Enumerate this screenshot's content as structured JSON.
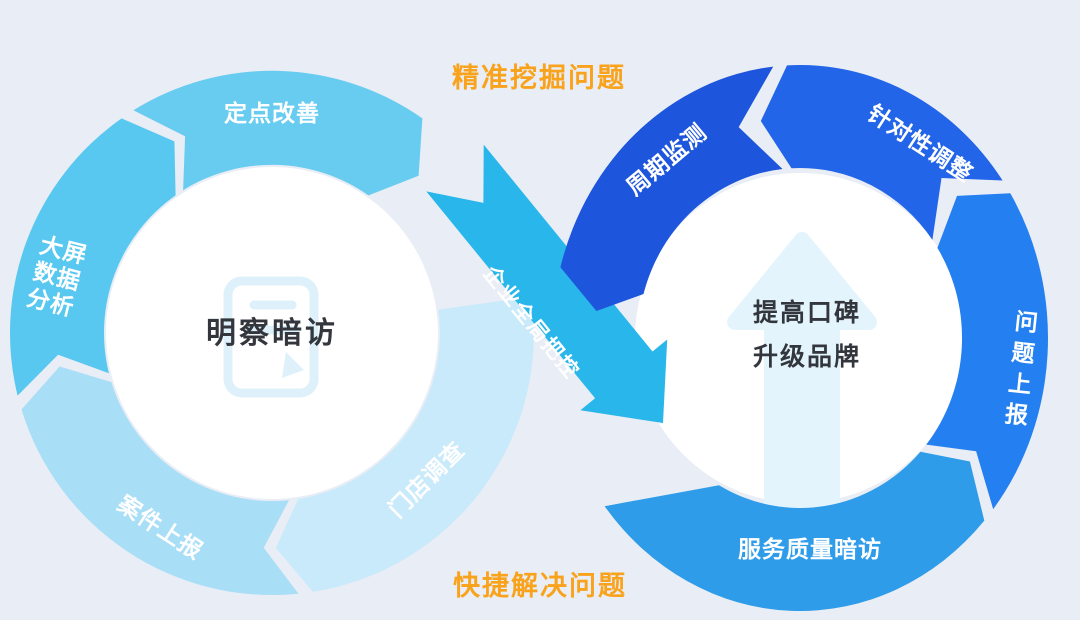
{
  "annotations": {
    "top": "精准挖掘问题",
    "bottom": "快捷解决问题",
    "accent_color": "#f9a31d"
  },
  "left_cycle": {
    "center_title": "明察暗访",
    "center_icon": "survey-tablet-icon",
    "segments": [
      {
        "label": "定点改善",
        "color": "#68ccf1"
      },
      {
        "label": "大屏\n数据\n分析",
        "color": "#58c8f0"
      },
      {
        "label": "案件上报",
        "color": "#a8def6"
      },
      {
        "label": "门店调查",
        "color": "#c9eafa"
      }
    ]
  },
  "connector": {
    "label": "企业全局把控",
    "color": "#29b6ea"
  },
  "right_cycle": {
    "center_line1": "提高口碑",
    "center_line2": "升级品牌",
    "center_icon": "up-arrow-icon",
    "segments": [
      {
        "label": "周期监测",
        "color": "#1d55dc"
      },
      {
        "label": "针对性调整",
        "color": "#2365e8"
      },
      {
        "label": "问\n题\n上\n报",
        "color": "#2480f0"
      },
      {
        "label": "服务质量暗访",
        "color": "#2f9ce9"
      }
    ]
  },
  "colors": {
    "background": "#e9edf5",
    "center_text": "#33373d",
    "watermark": "#e0f2fc"
  }
}
